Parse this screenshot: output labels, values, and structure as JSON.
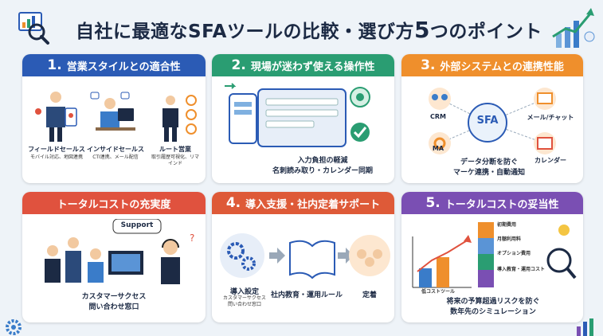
{
  "header": {
    "title_prefix": "自社に最適なSFAツールの比較・選び方",
    "title_number": "5",
    "title_suffix": "つのポイント"
  },
  "cards": [
    {
      "number": "1.",
      "heading": "営業スタイルとの適合性",
      "items": [
        {
          "label": "フィールドセールス",
          "sub": "モバイル対応、地図連携"
        },
        {
          "label": "インサイドセールス",
          "sub": "CTI連携、メール配信"
        },
        {
          "label": "ルート営業",
          "sub": "取引履歴可視化、リマインド"
        }
      ]
    },
    {
      "number": "2.",
      "heading": "現場が迷わず使える操作性",
      "caption_1": "入力負担の軽減",
      "caption_2": "名刺読み取り・カレンダー同期"
    },
    {
      "number": "3.",
      "heading": "外部システムとの連携性能",
      "center": "SFA",
      "nodes": [
        "CRM",
        "メール/チャット",
        "MA",
        "カレンダー"
      ],
      "caption_1": "データ分断を防ぐ",
      "caption_2": "マーケ連携・自動通知"
    },
    {
      "number": "",
      "heading": "トータルコストの充実度",
      "bubble": "Support",
      "caption_1": "カスタマーサクセス",
      "caption_2": "問い合わせ窓口"
    },
    {
      "number": "4.",
      "heading": "導入支援・社内定着サポート",
      "steps": [
        {
          "label": "導入設定",
          "sub1": "カスタマーサクセス",
          "sub2": "問い合わせ窓口"
        },
        {
          "label": "社内教育・運用ルール"
        },
        {
          "label": "定着"
        }
      ]
    },
    {
      "number": "5.",
      "heading": "トータルコストの妥当性",
      "bar_label": "低コストツール",
      "stack": [
        "初期費用",
        "月額利用料",
        "オプション費用",
        "導入教育・運用コスト"
      ],
      "caption_1": "将来の予算超過リスクを防ぐ",
      "caption_2": "数年先のシミュレーション"
    }
  ],
  "colors": {
    "card1": "#2b5bb5",
    "card2": "#2a9d72",
    "card3": "#ef8f2c",
    "card4": "#e0523e",
    "card5": "#de5a38",
    "card6": "#7a4fb3"
  }
}
